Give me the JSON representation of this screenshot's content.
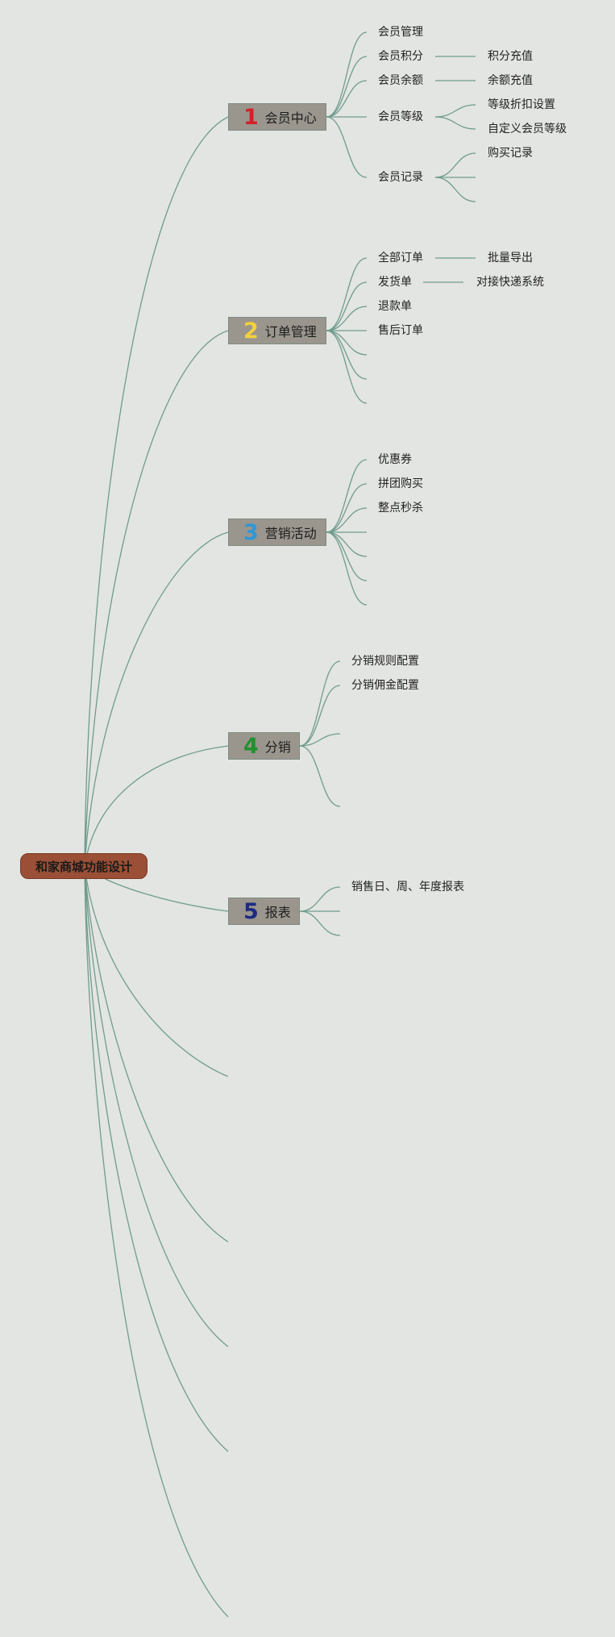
{
  "root": {
    "label": "和家商城功能设计"
  },
  "branches": [
    {
      "num": "1",
      "label": "会员中心",
      "num_color": "#d4202a",
      "items": [
        "会员管理",
        "会员积分",
        "会员余额",
        "会员等级",
        "会员记录"
      ],
      "subitems": [
        "积分充值",
        "余额充值",
        "等级折扣设置",
        "自定义会员等级",
        "购买记录"
      ]
    },
    {
      "num": "2",
      "label": "订单管理",
      "num_color": "#f3d13c",
      "items": [
        "全部订单",
        "发货单",
        "退款单",
        "售后订单"
      ],
      "subitems": [
        "批量导出",
        "对接快递系统"
      ]
    },
    {
      "num": "3",
      "label": "营销活动",
      "num_color": "#2f97d6",
      "items": [
        "优惠券",
        "拼团购买",
        "整点秒杀"
      ]
    },
    {
      "num": "4",
      "label": "分销",
      "num_color": "#23902f",
      "items": [
        "分销规则配置",
        "分销佣金配置"
      ]
    },
    {
      "num": "5",
      "label": "报表",
      "num_color": "#1d2a84",
      "items": [
        "销售日、周、年度报表"
      ]
    }
  ]
}
